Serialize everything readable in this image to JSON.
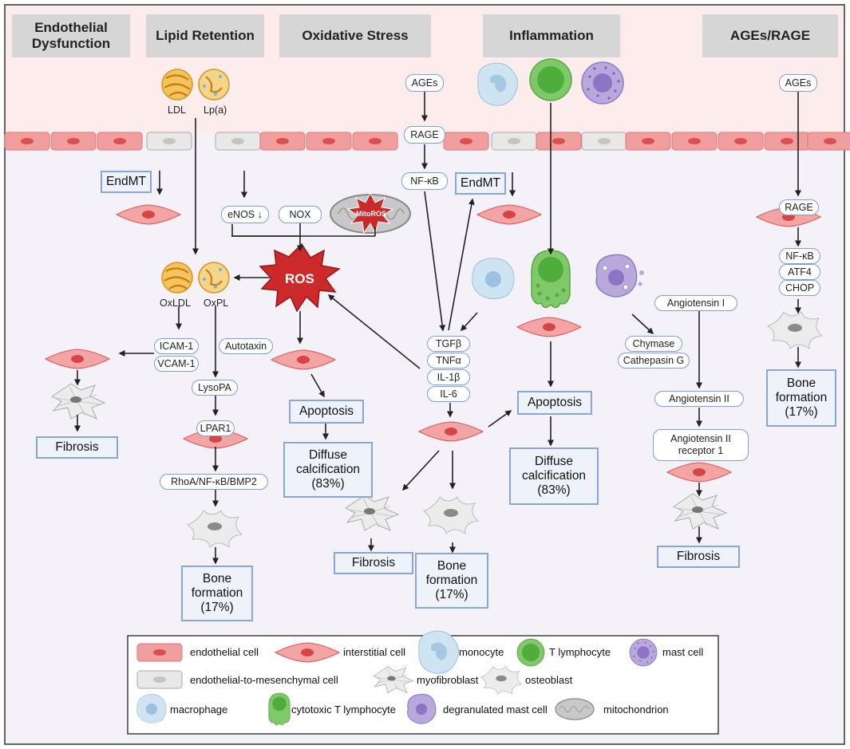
{
  "headers": {
    "endothelial": "Endothelial Dysfunction",
    "lipid": "Lipid Retention",
    "oxidative": "Oxidative Stress",
    "inflammation": "Inflammation",
    "ages": "AGEs/RAGE"
  },
  "labels": {
    "ldl": "LDL",
    "lpa": "Lp(a)",
    "oxldl": "OxLDL",
    "oxpl": "OxPL",
    "ros": "ROS",
    "mitoros": "MitoROS"
  },
  "pills": {
    "ages1": "AGEs",
    "rage1": "RAGE",
    "nfkb1": "NF-κB",
    "enos": "eNOS ↓",
    "nox": "NOX",
    "icam": "ICAM-1",
    "vcam": "VCAM-1",
    "autotaxin": "Autotaxin",
    "lysopa": "LysoPA",
    "lpar1": "LPAR1",
    "rhoa": "RhoA/NF-κB/BMP2",
    "tgfb": "TGFβ",
    "tnfa": "TNFα",
    "il1b": "IL-1β",
    "il6": "IL-6",
    "angI": "Angiotensin I",
    "chymase": "Chymase",
    "cathepsin": "Cathepasin G",
    "angII": "Angiotensin II",
    "angIIr": "Angiotensin II receptor 1",
    "ages2": "AGEs",
    "rage2": "RAGE",
    "nfkb2": "NF-κB",
    "atf4": "ATF4",
    "chop": "CHOP"
  },
  "boxes": {
    "endmt1": "EndMT",
    "endmt2": "EndMT",
    "fibrosis1": "Fibrosis",
    "fibrosis2": "Fibrosis",
    "fibrosis3": "Fibrosis",
    "bone1": "Bone formation (17%)",
    "bone2": "Bone formation (17%)",
    "bone3": "Bone formation (17%)",
    "apop1": "Apoptosis",
    "apop2": "Apoptosis",
    "diffuse1": "Diffuse calcification (83%)",
    "diffuse2": "Diffuse calcification (83%)"
  },
  "legend": {
    "endothelial_cell": "endothelial cell",
    "interstitial_cell": "interstitial cell",
    "monocyte": "monocyte",
    "t_lymphocyte": "T lymphocyte",
    "mast_cell": "mast cell",
    "endmt_cell": "endothelial-to-mesenchymal cell",
    "myofibroblast": "myofibroblast",
    "osteoblast": "osteoblast",
    "macrophage": "macrophage",
    "cytotoxic_t": "cytotoxic T lymphocyte",
    "degranulated_mast": "degranulated mast cell",
    "mitochondrion": "mitochondrion"
  },
  "colors": {
    "top_band": "#fcecec",
    "body_bg": "#f4f1f8",
    "endothelial": "#f09e9e",
    "interstitial": "#f3a5a5",
    "monocyte": "#c8e0f0",
    "t_cell": "#7fc96a",
    "mast": "#a693cf",
    "box_border": "#8aa6d2",
    "ros": "#cc2a2a"
  }
}
